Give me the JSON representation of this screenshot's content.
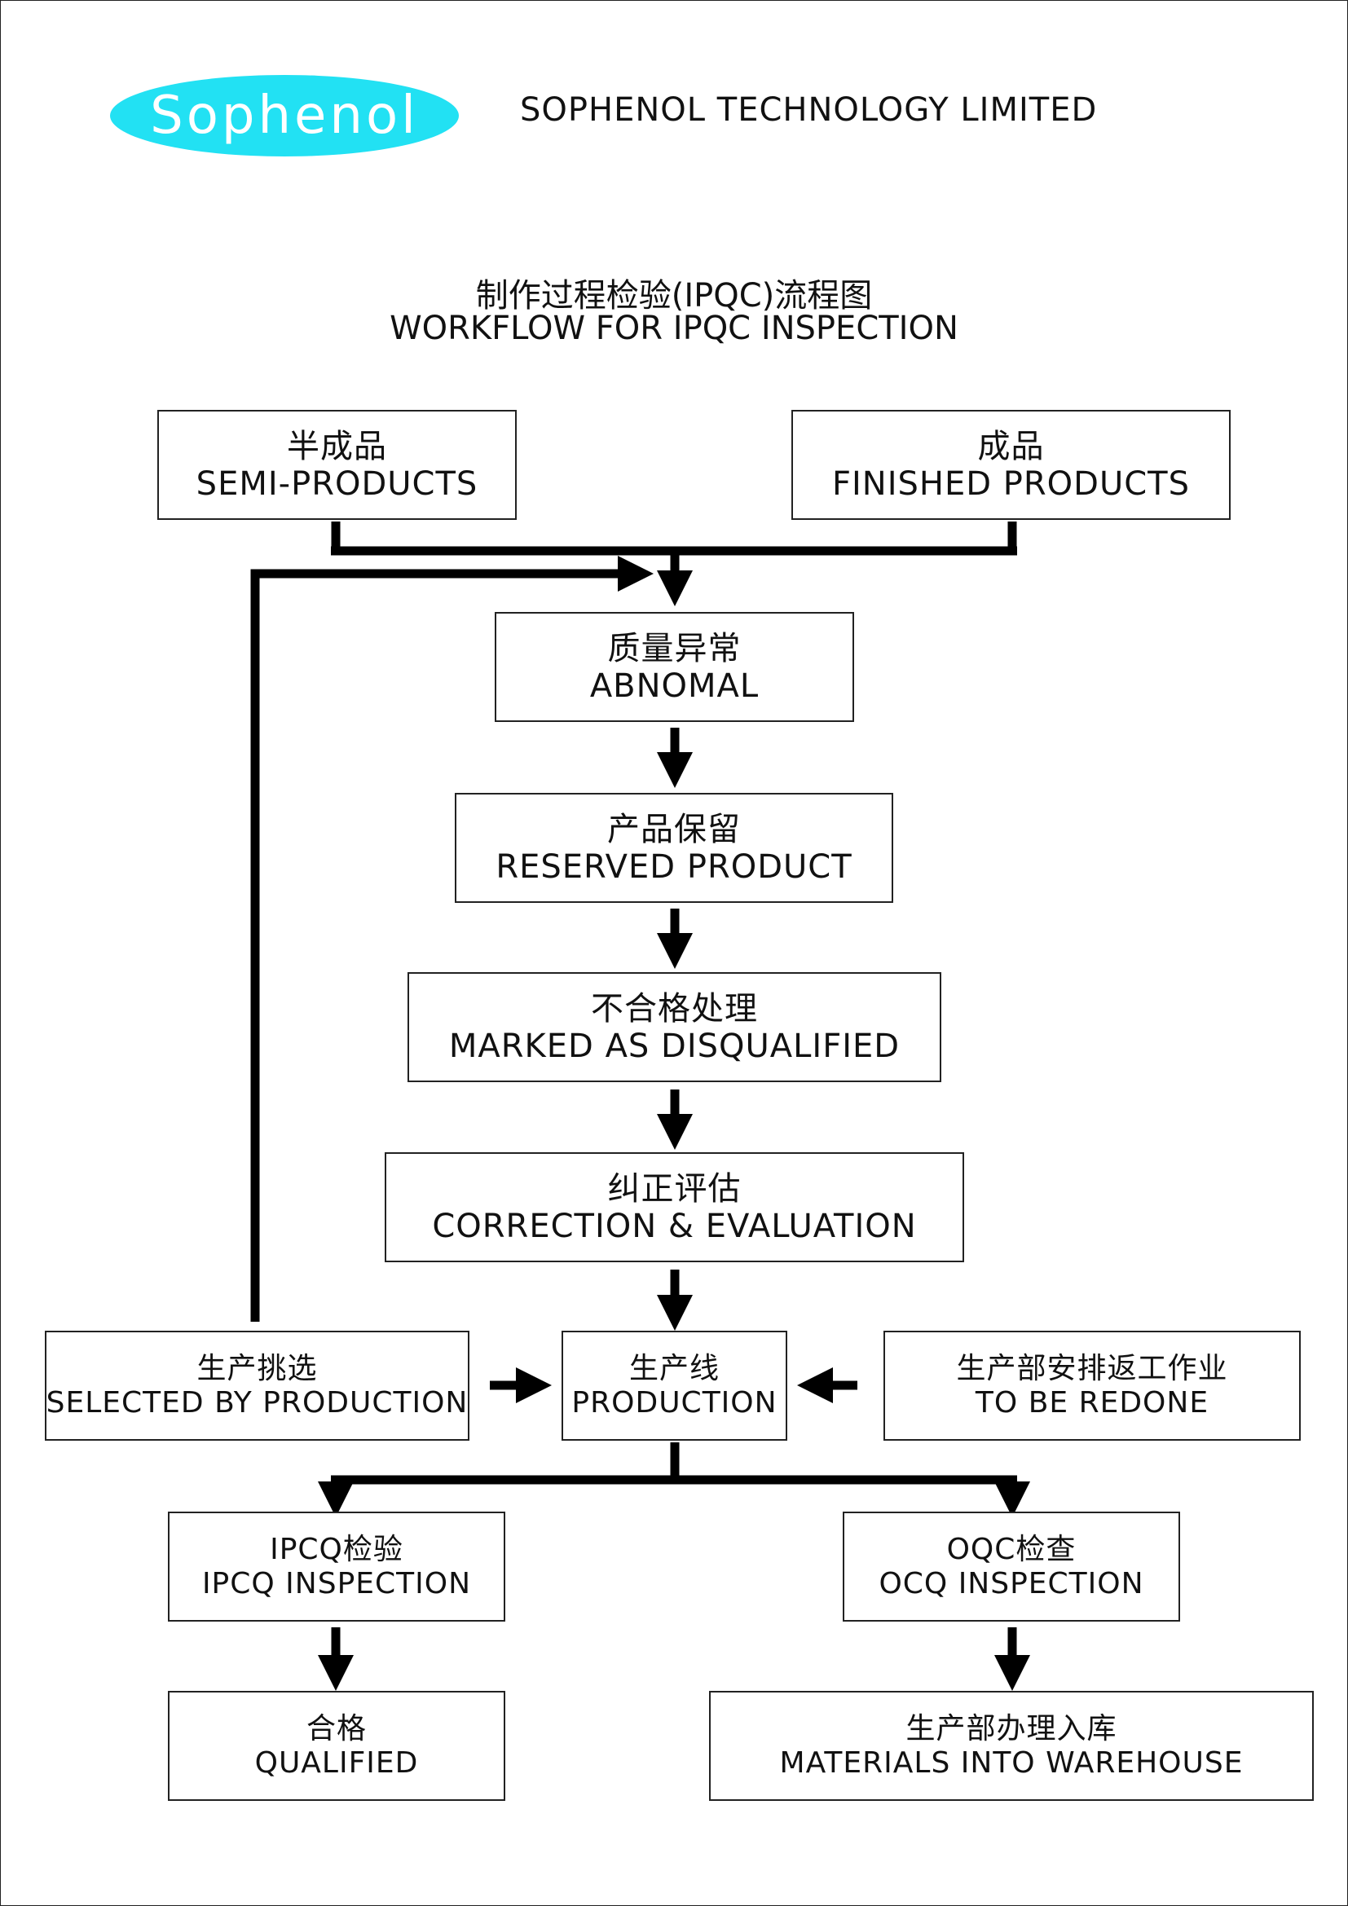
{
  "header": {
    "logo_text": "Sophenol",
    "company_name": "SOPHENOL TECHNOLOGY LIMITED",
    "logo_color": "#22e1f3"
  },
  "title": {
    "zh": "制作过程检验(IPQC)流程图",
    "en": "WORKFLOW FOR IPQC INSPECTION"
  },
  "nodes": {
    "semi_products": {
      "zh": "半成品",
      "en": "SEMI-PRODUCTS"
    },
    "finished_products": {
      "zh": "成品",
      "en": "FINISHED PRODUCTS"
    },
    "abnormal": {
      "zh": "质量异常",
      "en": "ABNOMAL"
    },
    "reserved_product": {
      "zh": "产品保留",
      "en": "RESERVED PRODUCT"
    },
    "disqualified": {
      "zh": "不合格处理",
      "en": "MARKED AS DISQUALIFIED"
    },
    "correction": {
      "zh": "纠正评估",
      "en": "CORRECTION & EVALUATION"
    },
    "selected_by_production": {
      "zh": "生产挑选",
      "en": "SELECTED BY PRODUCTION"
    },
    "production": {
      "zh": "生产线",
      "en": "PRODUCTION"
    },
    "redone": {
      "zh": "生产部安排返工作业",
      "en": "TO BE REDONE"
    },
    "ipcq_inspection": {
      "zh": "IPCQ检验",
      "en": "IPCQ INSPECTION"
    },
    "oqc_inspection": {
      "zh": "OQC检查",
      "en": "OCQ INSPECTION"
    },
    "qualified": {
      "zh": "合格",
      "en": "QUALIFIED"
    },
    "warehouse": {
      "zh": "生产部办理入库",
      "en": "MATERIALS INTO WAREHOUSE"
    }
  }
}
